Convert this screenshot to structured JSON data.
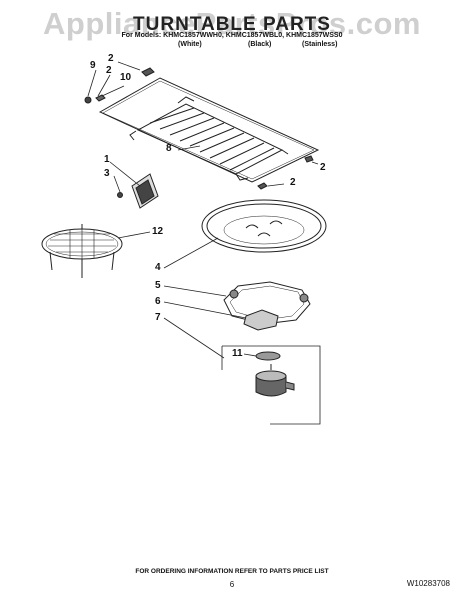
{
  "header": {
    "title": "TURNTABLE PARTS",
    "watermark": "AppliancePartsPros.com",
    "models_line": "For Models: KHMC1857WWH0, KHMC1857WBL0, KHMC1857WSS0",
    "variants": [
      "(White)",
      "(Black)",
      "(Stainless)"
    ]
  },
  "callouts": {
    "c2a": "2",
    "c9": "9",
    "c2b": "2",
    "c10": "10",
    "c8": "8",
    "c1": "1",
    "c3": "3",
    "c2c": "2",
    "c2d": "2",
    "c12": "12",
    "c4": "4",
    "c5": "5",
    "c6": "6",
    "c7": "7",
    "c11": "11"
  },
  "footer": {
    "ordering_note": "FOR ORDERING INFORMATION REFER TO PARTS PRICE LIST",
    "page_number": "6",
    "document_number": "W10283708"
  },
  "colors": {
    "line": "#222222",
    "watermark": "#a0a0a0"
  }
}
